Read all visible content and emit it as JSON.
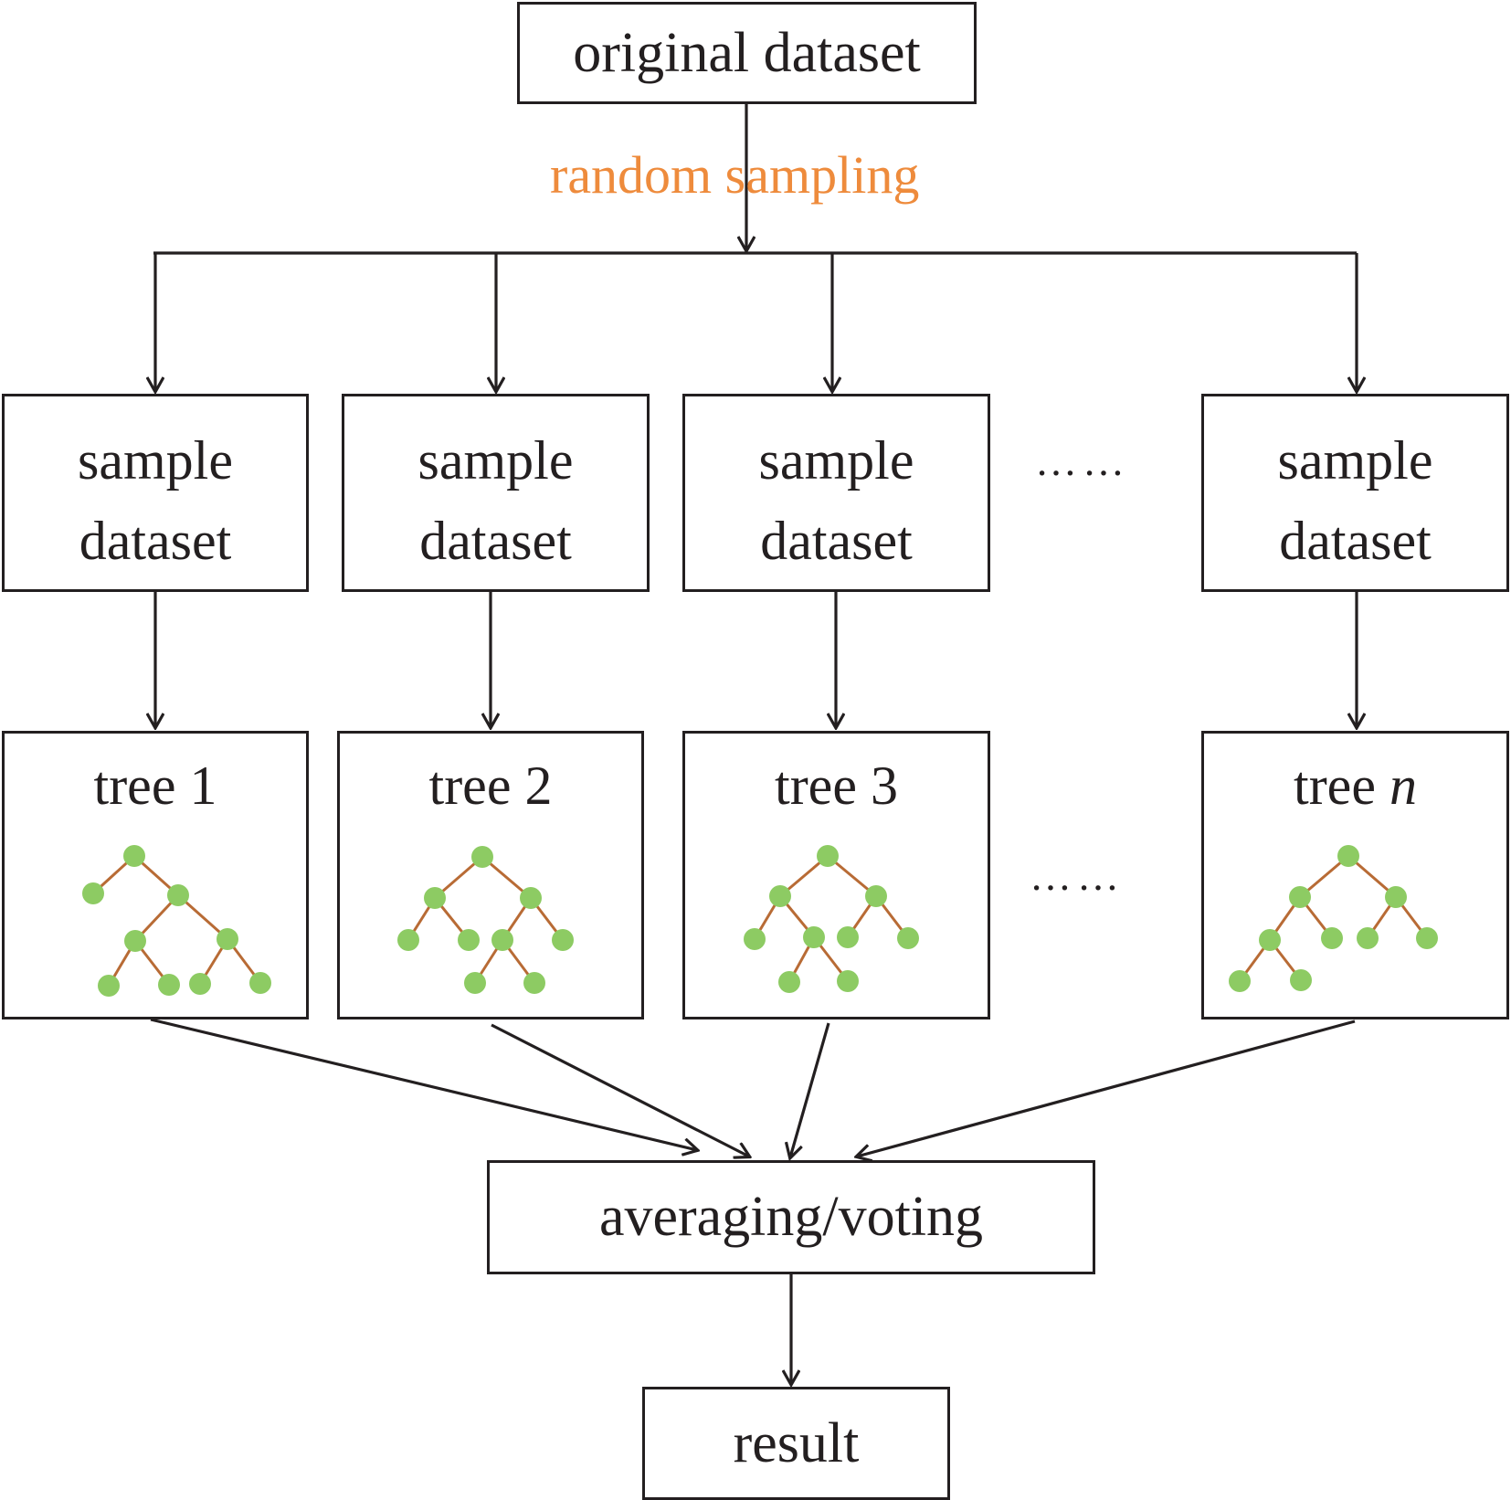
{
  "diagram": {
    "top": {
      "label": "original dataset"
    },
    "sampling_label": "random sampling",
    "samples": [
      {
        "line1": "sample",
        "line2": "dataset"
      },
      {
        "line1": "sample",
        "line2": "dataset"
      },
      {
        "line1": "sample",
        "line2": "dataset"
      },
      {
        "line1": "sample",
        "line2": "dataset"
      }
    ],
    "trees": [
      {
        "label": "tree 1",
        "var": ""
      },
      {
        "label": "tree 2",
        "var": ""
      },
      {
        "label": "tree 3",
        "var": ""
      },
      {
        "label": "tree ",
        "var": "n"
      }
    ],
    "ellipsis": [
      "……",
      "……"
    ],
    "aggregate": {
      "label": "averaging/voting"
    },
    "result": {
      "label": "result"
    },
    "colors": {
      "stroke": "#231f20",
      "accent": "#ee8b3c",
      "node": "#8dcb63",
      "edge": "#b86b35"
    }
  }
}
